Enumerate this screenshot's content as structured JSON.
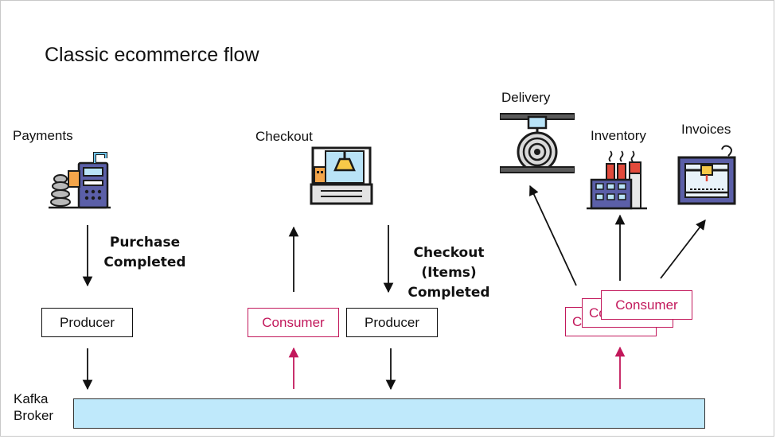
{
  "title": "Classic ecommerce flow",
  "services": {
    "payments": "Payments",
    "checkout": "Checkout",
    "delivery": "Delivery",
    "inventory": "Inventory",
    "invoices": "Invoices"
  },
  "events": {
    "purchase_completed": [
      "Purchase",
      "Completed"
    ],
    "checkout_items_completed": [
      "Checkout",
      "(Items)",
      "Completed"
    ]
  },
  "boxes": {
    "producer": "Producer",
    "consumer": "Consumer"
  },
  "broker": [
    "Kafka",
    "Broker"
  ],
  "icons": {
    "payments": "payment-terminal-icon",
    "checkout": "checkout-machine-icon",
    "delivery": "cable-reel-icon",
    "inventory": "factory-icon",
    "invoices": "printer-3d-icon"
  },
  "colors": {
    "consumer": "#c2185b",
    "producer": "#111111",
    "broker_fill": "#bfe9fb"
  }
}
